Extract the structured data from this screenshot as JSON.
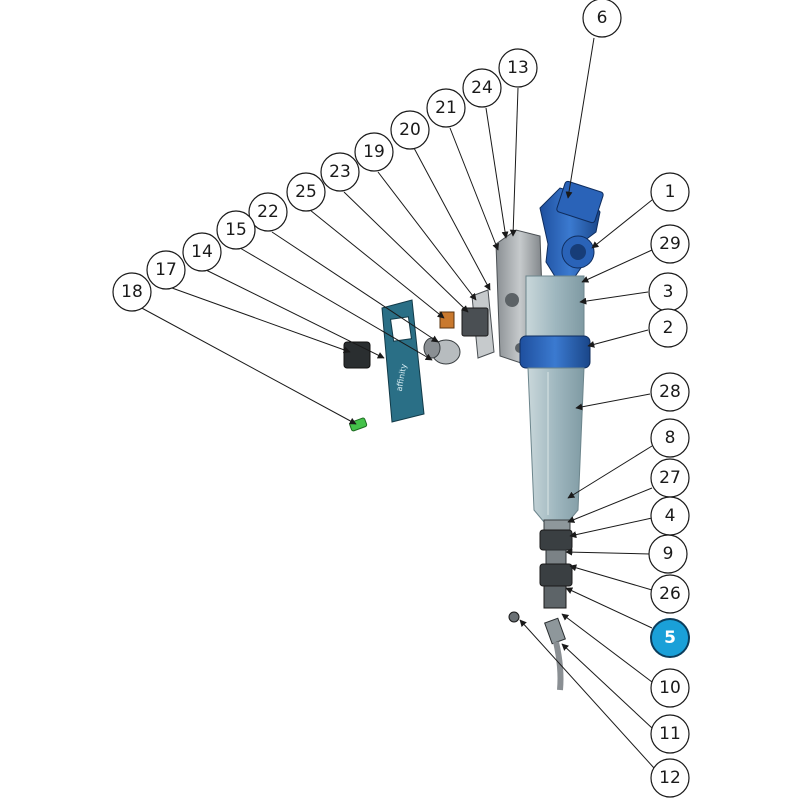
{
  "diagram": {
    "panel_logo_text": "affinity",
    "highlighted_part": "5",
    "colors": {
      "head_blue": "#2a63b8",
      "bowl_clear": "#9fb7bf",
      "panel_blue": "#2a6f86",
      "highlight": "#1aa0d8",
      "green_part": "#44c24a",
      "orange_part": "#c9792e"
    },
    "callouts": [
      {
        "id": "c6",
        "label": "6"
      },
      {
        "id": "c13",
        "label": "13"
      },
      {
        "id": "c24",
        "label": "24"
      },
      {
        "id": "c21",
        "label": "21"
      },
      {
        "id": "c20",
        "label": "20"
      },
      {
        "id": "c19",
        "label": "19"
      },
      {
        "id": "c23",
        "label": "23"
      },
      {
        "id": "c25",
        "label": "25"
      },
      {
        "id": "c22",
        "label": "22"
      },
      {
        "id": "c15",
        "label": "15"
      },
      {
        "id": "c14",
        "label": "14"
      },
      {
        "id": "c17",
        "label": "17"
      },
      {
        "id": "c18",
        "label": "18"
      },
      {
        "id": "c1",
        "label": "1"
      },
      {
        "id": "c29",
        "label": "29"
      },
      {
        "id": "c3",
        "label": "3"
      },
      {
        "id": "c2",
        "label": "2"
      },
      {
        "id": "c28",
        "label": "28"
      },
      {
        "id": "c8",
        "label": "8"
      },
      {
        "id": "c27",
        "label": "27"
      },
      {
        "id": "c4",
        "label": "4"
      },
      {
        "id": "c9",
        "label": "9"
      },
      {
        "id": "c26",
        "label": "26"
      },
      {
        "id": "c5",
        "label": "5"
      },
      {
        "id": "c10",
        "label": "10"
      },
      {
        "id": "c11",
        "label": "11"
      },
      {
        "id": "c12",
        "label": "12"
      }
    ]
  }
}
